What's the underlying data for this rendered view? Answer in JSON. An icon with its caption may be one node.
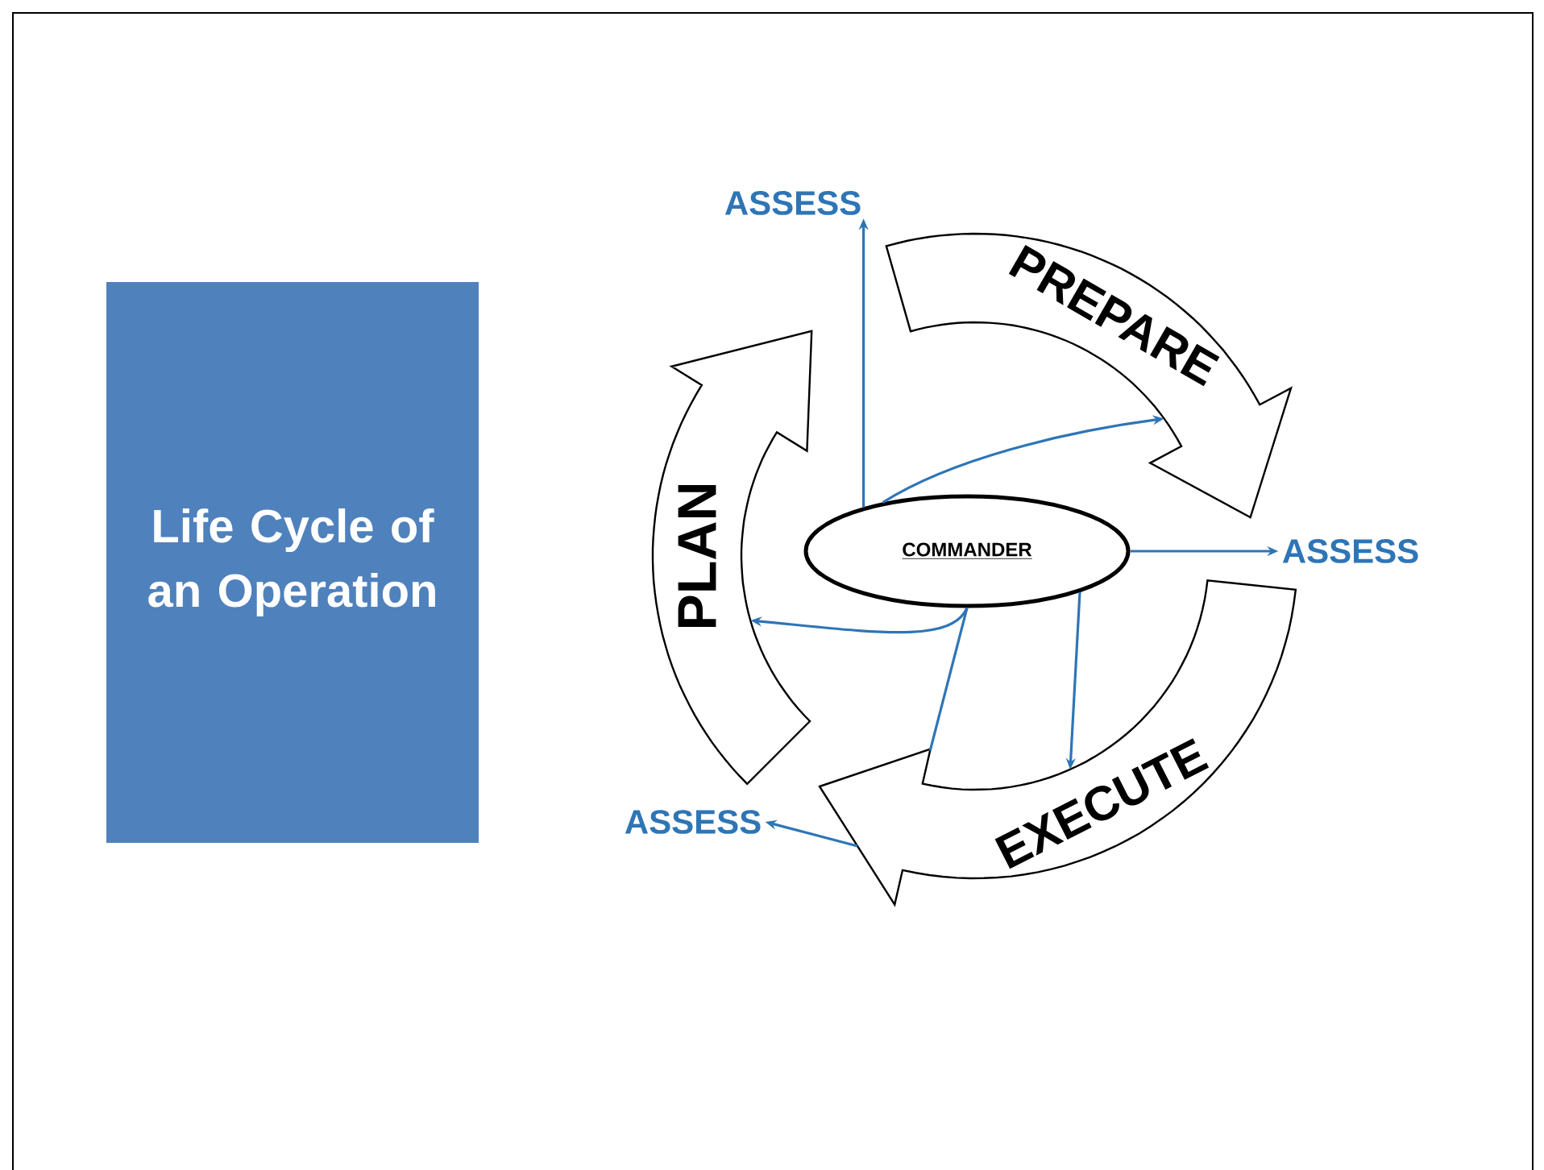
{
  "diagram": {
    "nodes": [
      {
        "text": [
          "Life Cycle of an Operation"
        ]
      },
      {
        "text": [
          "PLAN"
        ]
      },
      {
        "text": [
          "PREPARE"
        ]
      },
      {
        "text": [
          "EXECUTE"
        ]
      },
      {
        "text": [
          "COMMANDER"
        ]
      },
      {
        "text": [
          "ASSESS"
        ]
      },
      {
        "text": [
          "ASSESS"
        ]
      },
      {
        "text": [
          "ASSESS"
        ]
      }
    ],
    "edges": [
      {
        "from": 4,
        "to": 5,
        "arrow": "to"
      },
      {
        "from": 4,
        "to": 2,
        "arrow": "to"
      },
      {
        "from": 4,
        "to": 6,
        "arrow": "to"
      },
      {
        "from": 4,
        "to": 1,
        "arrow": "to"
      },
      {
        "from": 4,
        "to": 3,
        "arrow": "to"
      },
      {
        "from": 4,
        "to": 3,
        "arrow": "none"
      },
      {
        "from": 3,
        "to": 7,
        "arrow": "to"
      }
    ]
  }
}
